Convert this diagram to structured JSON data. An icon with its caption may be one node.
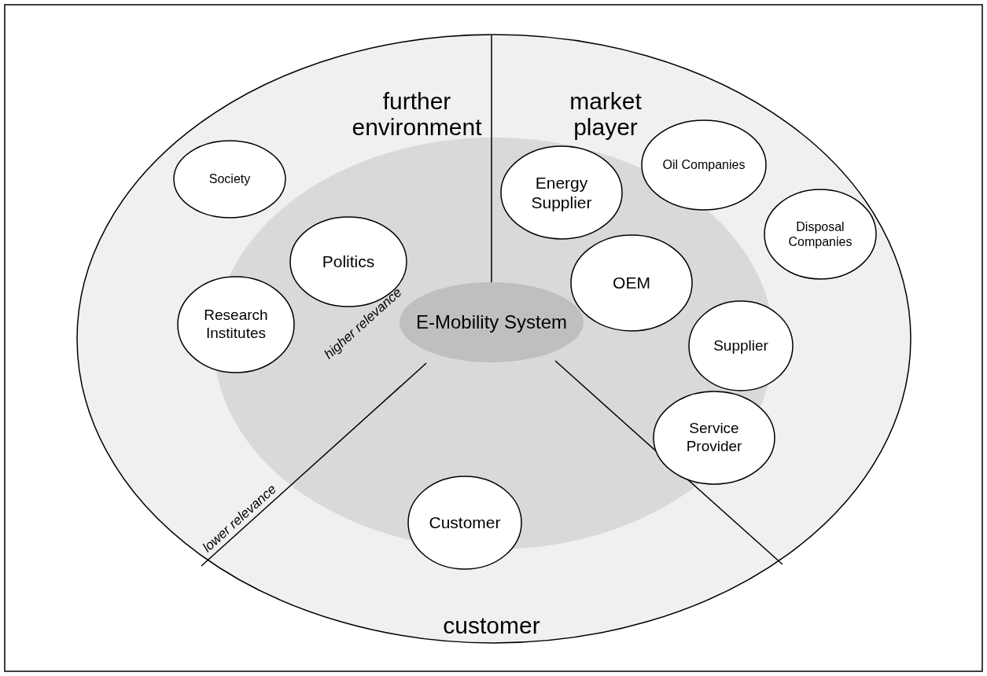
{
  "diagram": {
    "nodes": [
      {
        "text": [
          "Oil Companies"
        ]
      },
      {
        "text": [
          "Society"
        ]
      },
      {
        "text": [
          "Energy Supplier"
        ]
      },
      {
        "text": [
          "Disposal Companies"
        ]
      },
      {
        "text": [
          "Politics"
        ]
      },
      {
        "text": [
          "OEM"
        ]
      },
      {
        "text": [
          "Research Institutes"
        ]
      },
      {
        "text": [
          "E-Mobility System"
        ]
      },
      {
        "text": [
          "Supplier"
        ]
      },
      {
        "text": [
          "Service Provider"
        ]
      },
      {
        "text": [
          "Customer"
        ]
      }
    ],
    "labels": [
      "further environment",
      "market player",
      "higher relevance",
      "lower relevance",
      "customer"
    ]
  }
}
